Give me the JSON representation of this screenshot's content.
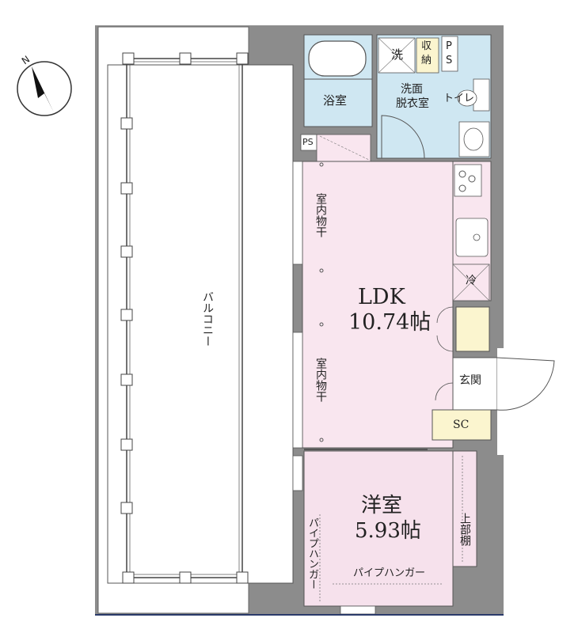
{
  "rooms": {
    "balcony": "バルコニー",
    "bath": "浴室",
    "washroom_line1": "洗面",
    "washroom_line2": "脱衣室",
    "toilet": "トイレ",
    "washer": "洗",
    "storage_line1": "収",
    "storage_line2": "納",
    "ps_top_line1": "P",
    "ps_top_line2": "S",
    "ps_small": "PS",
    "ldk_name": "LDK",
    "ldk_size": "10.74帖",
    "indoor_dry_1": "室内物干",
    "indoor_dry_2": "室内物干",
    "fridge": "冷",
    "entrance": "玄関",
    "shoe_closet": "SC",
    "western_name": "洋室",
    "western_size": "5.93帖",
    "upper_shelf": "上部棚",
    "pipe_hanger_bottom": "パイプハンガー",
    "pipe_hanger_left": "パイプハンガー"
  },
  "compass": {
    "label": "N",
    "icon": "north-arrow-icon"
  },
  "colors": {
    "wall": "#8c8c8c",
    "ldk": "#f9e6ef",
    "western": "#f6e1ec",
    "wet": "#cfe7f2",
    "storage": "#fbf5cf",
    "balcony": "#ffffff",
    "line": "#444444"
  }
}
